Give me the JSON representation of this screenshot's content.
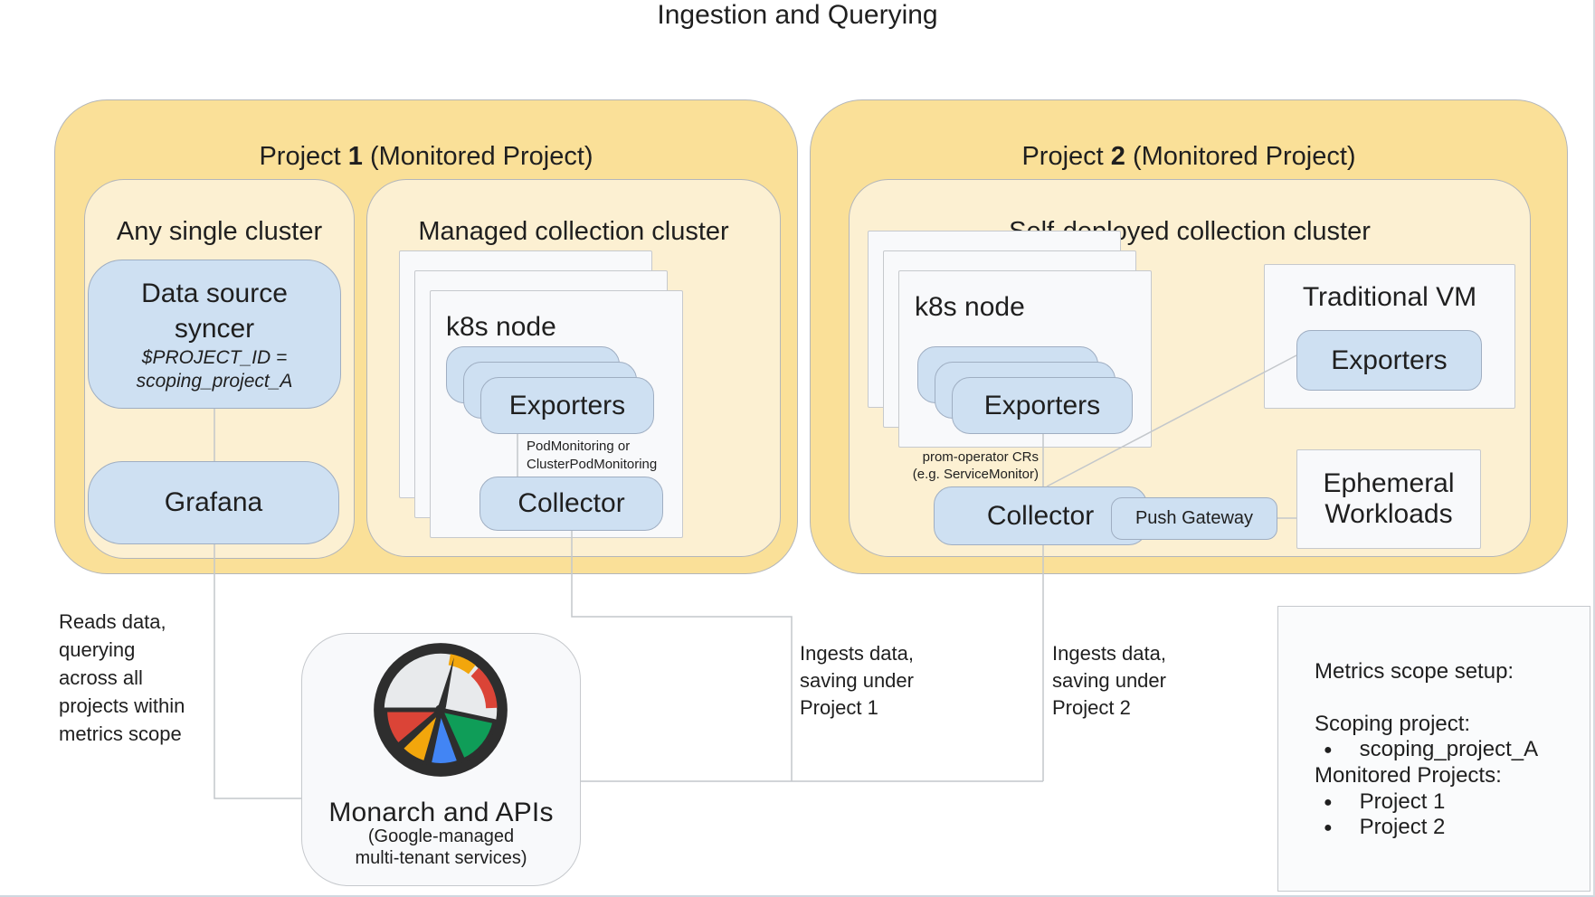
{
  "title": "Ingestion and Querying",
  "project1": {
    "title": {
      "prefix": "Project ",
      "number": "1",
      "suffix": " (Monitored Project)"
    },
    "any_single_cluster": {
      "label": "Any single cluster",
      "data_source_syncer": {
        "line1": "Data source",
        "line2": "syncer",
        "detail1": "$PROJECT_ID =",
        "detail2": "scoping_project_A"
      },
      "grafana_label": "Grafana"
    },
    "managed_cluster": {
      "label": "Managed collection cluster",
      "k8s_node_label": "k8s node",
      "exporters_label": "Exporters",
      "edge_label": {
        "line1": "PodMonitoring or",
        "line2": "ClusterPodMonitoring"
      },
      "collector_label": "Collector"
    }
  },
  "project2": {
    "title": {
      "prefix": "Project ",
      "number": "2",
      "suffix": " (Monitored Project)"
    },
    "self_deployed_cluster": {
      "label": "Self-deployed collection cluster",
      "k8s_node_label": "k8s node",
      "exporters_label": "Exporters",
      "edge_label": {
        "line1": "prom-operator CRs",
        "line2": "(e.g. ServiceMonitor)"
      },
      "collector_label": "Collector",
      "push_gateway_label": "Push Gateway",
      "traditional_vm": {
        "label": "Traditional VM",
        "exporters_label": "Exporters"
      },
      "ephemeral_workloads": {
        "line1": "Ephemeral",
        "line2": "Workloads"
      }
    }
  },
  "annotations": {
    "reads_data": [
      "Reads data,",
      "querying",
      "across all",
      "projects within",
      "metrics scope"
    ],
    "ingests_project1": [
      "Ingests data,",
      "saving under",
      "Project 1"
    ],
    "ingests_project2": [
      "Ingests data,",
      "saving under",
      "Project 2"
    ]
  },
  "monarch": {
    "title": "Monarch and APIs",
    "subtitle1": "(Google-managed",
    "subtitle2": "multi-tenant services)"
  },
  "metrics_scope": {
    "heading": "Metrics scope setup:",
    "scoping_label": "Scoping project:",
    "scoping_value": "scoping_project_A",
    "monitored_label": "Monitored Projects:",
    "monitored_values": [
      "Project 1",
      "Project 2"
    ],
    "bullet": "●"
  },
  "icons": {
    "monitoring_gauge": "gauge-dial-icon"
  },
  "colors": {
    "outer_yellow": "#FAE098",
    "inner_cream": "#FCF0D2",
    "box_blue": "#CEE0F2",
    "box_blue_border": "#9FAEC2",
    "node_fill": "#F8F9FB",
    "node_border": "#C6C9CD",
    "outline": "#B3B6BA",
    "line_gray": "#C3C7CB",
    "text": "#1F1F1F",
    "gauge_ring": "#2E2E2E",
    "gauge_gray": "#E8EAEC",
    "gauge_red": "#DB4437",
    "gauge_yellow": "#F2A60C",
    "gauge_blue": "#4285F4",
    "gauge_green": "#0F9D58"
  }
}
